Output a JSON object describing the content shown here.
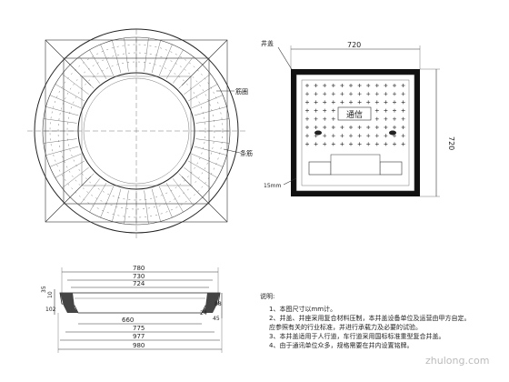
{
  "plan_view": {
    "label_ring": "筋圈",
    "label_bar": "条筋"
  },
  "cover_view": {
    "label_frame": "井盖",
    "dim_top": "720",
    "dim_right": "720",
    "label_center": "通信",
    "dim_bottom": "15mm"
  },
  "section_view": {
    "dims_top": [
      "780",
      "730",
      "724"
    ],
    "dims_bottom": [
      "660",
      "775",
      "977",
      "980"
    ],
    "dims_left": [
      "35",
      "10",
      "102"
    ],
    "dims_right": [
      "24",
      "45",
      "88"
    ]
  },
  "notes": {
    "heading": "说明:",
    "items": [
      "1、本图尺寸以mm计。",
      "2、井盖、井座采用复合材料压制，本井盖设备单位及运营由甲方自定。",
      "   应参照有关的行业标准，并进行承载力及必要的试验。",
      "3、本井盖适用于人行道，车行道采用国标标准重型复合井盖。",
      "4、由于通讯单位众多，规格需要在井内设置铭牌。"
    ]
  },
  "watermark": "zhulong.com"
}
